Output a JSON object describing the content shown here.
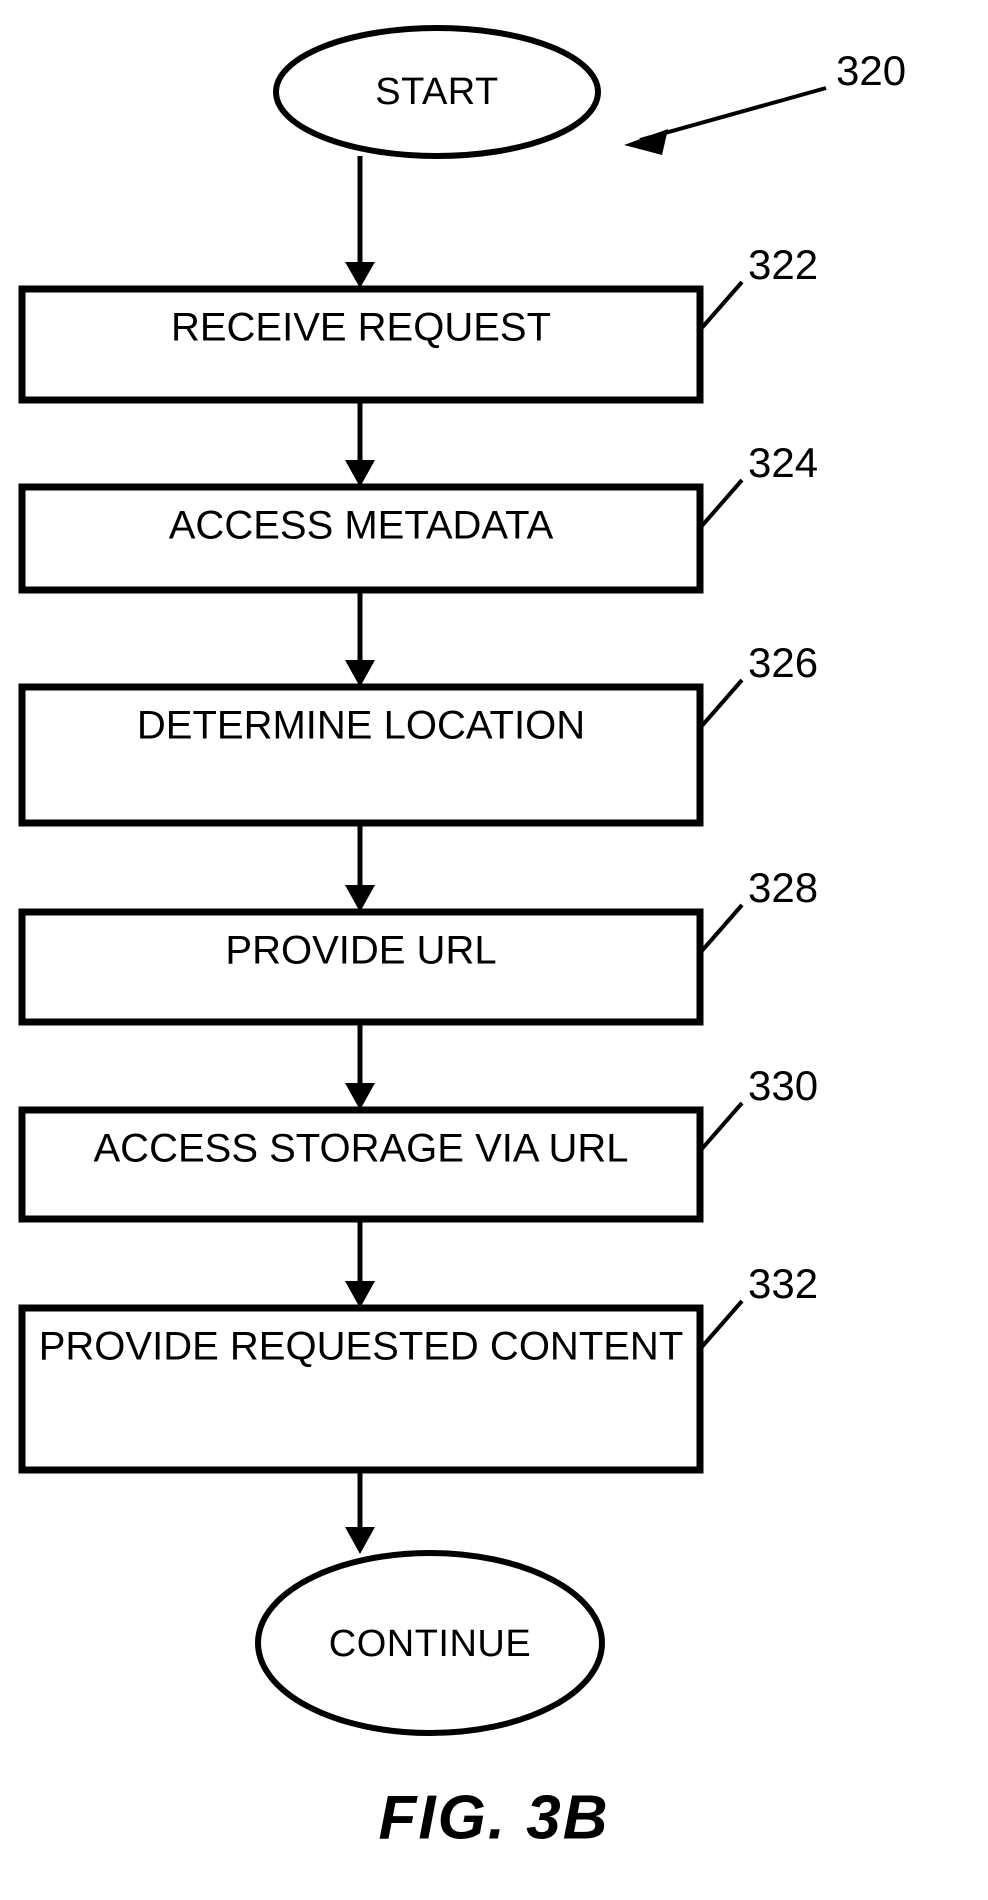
{
  "figure": {
    "caption": "FIG. 3B",
    "diagram_reference": "320"
  },
  "flowchart": {
    "type": "process-flowchart",
    "orientation": "vertical-top-to-bottom",
    "start_node": {
      "label": "START",
      "shape": "ellipse"
    },
    "end_node": {
      "label": "CONTINUE",
      "shape": "ellipse"
    },
    "steps": [
      {
        "ref": "322",
        "label": "RECEIVE REQUEST",
        "shape": "rectangle"
      },
      {
        "ref": "324",
        "label": "ACCESS METADATA",
        "shape": "rectangle"
      },
      {
        "ref": "326",
        "label": "DETERMINE LOCATION",
        "shape": "rectangle"
      },
      {
        "ref": "328",
        "label": "PROVIDE URL",
        "shape": "rectangle"
      },
      {
        "ref": "330",
        "label": "ACCESS STORAGE VIA URL",
        "shape": "rectangle"
      },
      {
        "ref": "332",
        "label": "PROVIDE REQUESTED CONTENT",
        "shape": "rectangle"
      }
    ],
    "colors": {
      "stroke": "#000000",
      "fill": "#ffffff",
      "background": "#ffffff"
    }
  }
}
